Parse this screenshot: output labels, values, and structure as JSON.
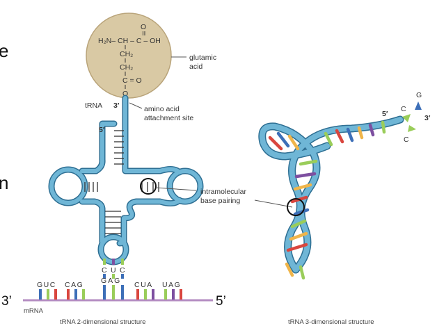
{
  "edge_text": {
    "top": "e",
    "bottom": "n"
  },
  "amino_acid": {
    "label": "glutamic acid",
    "label_lines": [
      "glutamic",
      "acid"
    ],
    "formula": {
      "row1": "H₂N– CH – C – OH",
      "carbonyl_top": "O",
      "ch2_a": "CH₂",
      "ch2_b": "CH₂",
      "c_row": "C = O",
      "o_bottom": "O"
    }
  },
  "trna_2d": {
    "trna_label": "tRNA",
    "end_3": "3′",
    "end_5": "5′",
    "attachment_label": "amino acid attachment site",
    "attachment_lines": [
      "amino acid",
      "attachment site"
    ],
    "pairing_label": "intramolecular base pairing",
    "pairing_lines": [
      "intramolecular",
      "base pairing"
    ],
    "anticodon_bases": [
      "C",
      "U",
      "C"
    ],
    "codon_bases": [
      "G",
      "A",
      "G"
    ],
    "caption": "tRNA 2-dimensional structure"
  },
  "mrna": {
    "label": "mRNA",
    "end_3": "3’",
    "end_5": "5’",
    "codons": [
      "GUC",
      "CAG",
      "GAG",
      "CUA",
      "UAG"
    ]
  },
  "trna_3d": {
    "end_5": "5′",
    "end_3": "3′",
    "cca_bases": [
      "C",
      "C",
      "G"
    ],
    "caption": "tRNA 3-dimensional structure"
  },
  "colors": {
    "strand_blue": "#6fb6d6",
    "strand_outline": "#2e6f93",
    "amino_fill": "#d9c9a4",
    "mrna_line": "#b48cc2",
    "base_green": "#9acd5a",
    "base_red": "#d9463e",
    "base_blue": "#3d6fb8",
    "base_purple": "#7d4fa0"
  }
}
